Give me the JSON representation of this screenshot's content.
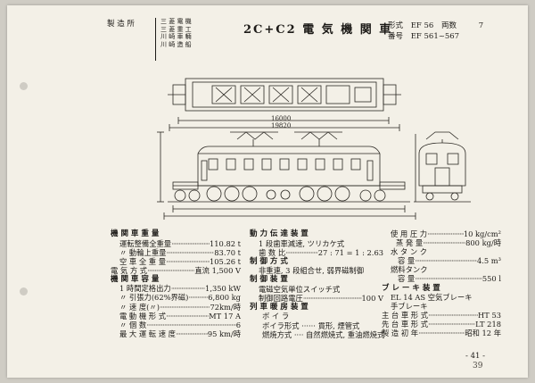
{
  "header": {
    "maker_label": "製 造 所",
    "makers": [
      "三 菱 電 機",
      "三 菱 重 工",
      "川 崎 車 輛",
      "川 崎 造 船"
    ],
    "title": "2C+C2 電 気 機 関 車",
    "type_label": "形式",
    "type_value": "EF 56",
    "count_label": "両数",
    "count_value": "7",
    "number_label": "番号",
    "number_value": "EF 561~567"
  },
  "drawing": {
    "dim_top": "16000",
    "dim_bottom": "19820"
  },
  "col1": {
    "sec1": "機 関 車 重 量",
    "rows1": [
      {
        "label": "運転整備全重量",
        "value": "110.82 t"
      },
      {
        "label": "〃 動輪上重量",
        "value": "83.70 t"
      },
      {
        "label": "空 車 全 重 量",
        "value": "105.26 t"
      },
      {
        "label": "電 気 方 式",
        "value": "直流 1,500 V"
      }
    ],
    "sec2": "機 関 車 容 量",
    "rows2": [
      {
        "label": "1 時間定格出力",
        "value": "1,350 kW"
      },
      {
        "label": "〃 引張力(62%界磁)",
        "value": "6,800 kg"
      },
      {
        "label": "〃 速 度(〃)",
        "value": "72km/時"
      },
      {
        "label": "電 動 機 形 式",
        "value": "MT 17 A"
      },
      {
        "label": "〃 個 数",
        "value": "6"
      },
      {
        "label": "最 大 運 転 速 度",
        "value": "95 km/時"
      }
    ]
  },
  "col2": {
    "sec1": "動 力 伝 達 装 置",
    "line1": "1 段歯車減速, ツリカケ式",
    "rows1": [
      {
        "label": "歯 数 比",
        "value": "27 : 71 = 1 : 2.63"
      }
    ],
    "sec2": "制 御 方 式",
    "line2": "非重連, 3 段組合せ, 弱界磁制御",
    "sec3": "制 御 装 置",
    "line3": "電磁空気単位スイッチ式",
    "rows3": [
      {
        "label": "制御回路電圧",
        "value": "100 V"
      }
    ],
    "sec4": "列 車 暖 房 装 置",
    "sec5": "ボ イ ラ",
    "line5": "ボイラ形式 ······ 貫形, 煙管式",
    "line6": "燃焼方式 ···· 自然燃焼式, 重油燃焼式"
  },
  "col3": {
    "rows1": [
      {
        "label": "使 用 圧 力",
        "value": "10 kg/cm²"
      },
      {
        "label": "蒸 発 量",
        "value": "800 kg/時"
      }
    ],
    "sec1": "水 タ ン ク",
    "rows2": [
      {
        "label": "容 量",
        "value": "4.5 m³"
      }
    ],
    "sec2": "燃料タンク",
    "rows3": [
      {
        "label": "容 量",
        "value": "550 l"
      }
    ],
    "sec3": "ブ レ ー キ 装 置",
    "line3": "EL 14 AS 空気ブレーキ",
    "line4": "手ブレーキ",
    "rows4": [
      {
        "label": "主 台 車 形 式",
        "value": "HT 53"
      },
      {
        "label": "先 台 車 形 式",
        "value": "LT 218"
      },
      {
        "label": "製 造 初 年",
        "value": "昭和 12 年"
      }
    ]
  },
  "footer": {
    "page": "- 41 -",
    "handwritten": "39"
  }
}
